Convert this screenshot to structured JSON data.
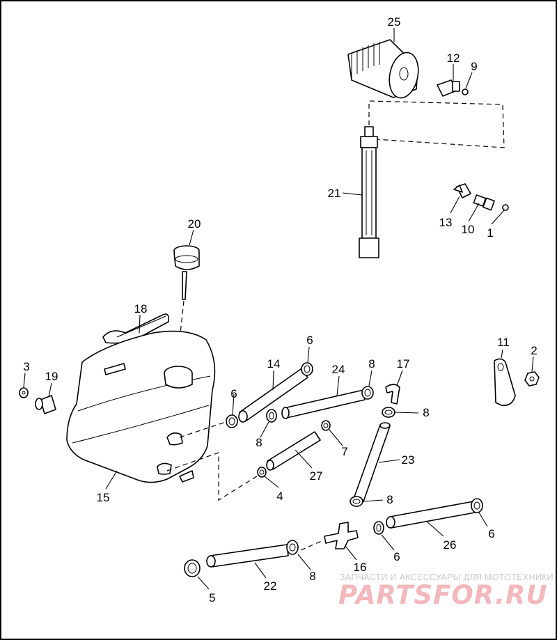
{
  "diagram": {
    "callouts": {
      "c1": "1",
      "c2": "2",
      "c3": "3",
      "c4": "4",
      "c5": "5",
      "c6a": "6",
      "c6b": "6",
      "c6c": "6",
      "c6d": "6",
      "c7": "7",
      "c8a": "8",
      "c8b": "8",
      "c8c": "8",
      "c8d": "8",
      "c8e": "8",
      "c9": "9",
      "c10": "10",
      "c11": "11",
      "c12": "12",
      "c13": "13",
      "c14": "14",
      "c15": "15",
      "c16": "16",
      "c17": "17",
      "c18": "18",
      "c19": "19",
      "c20": "20",
      "c21": "21",
      "c22": "22",
      "c23": "23",
      "c24": "24",
      "c25": "25",
      "c26": "26",
      "c27": "27"
    }
  },
  "watermark": {
    "tagline": "ЗАПЧАСТИ И АКСЕССУАРЫ ДЛЯ МОТОТЕХНИКИ",
    "logo": "PARTSFOR.RU"
  }
}
